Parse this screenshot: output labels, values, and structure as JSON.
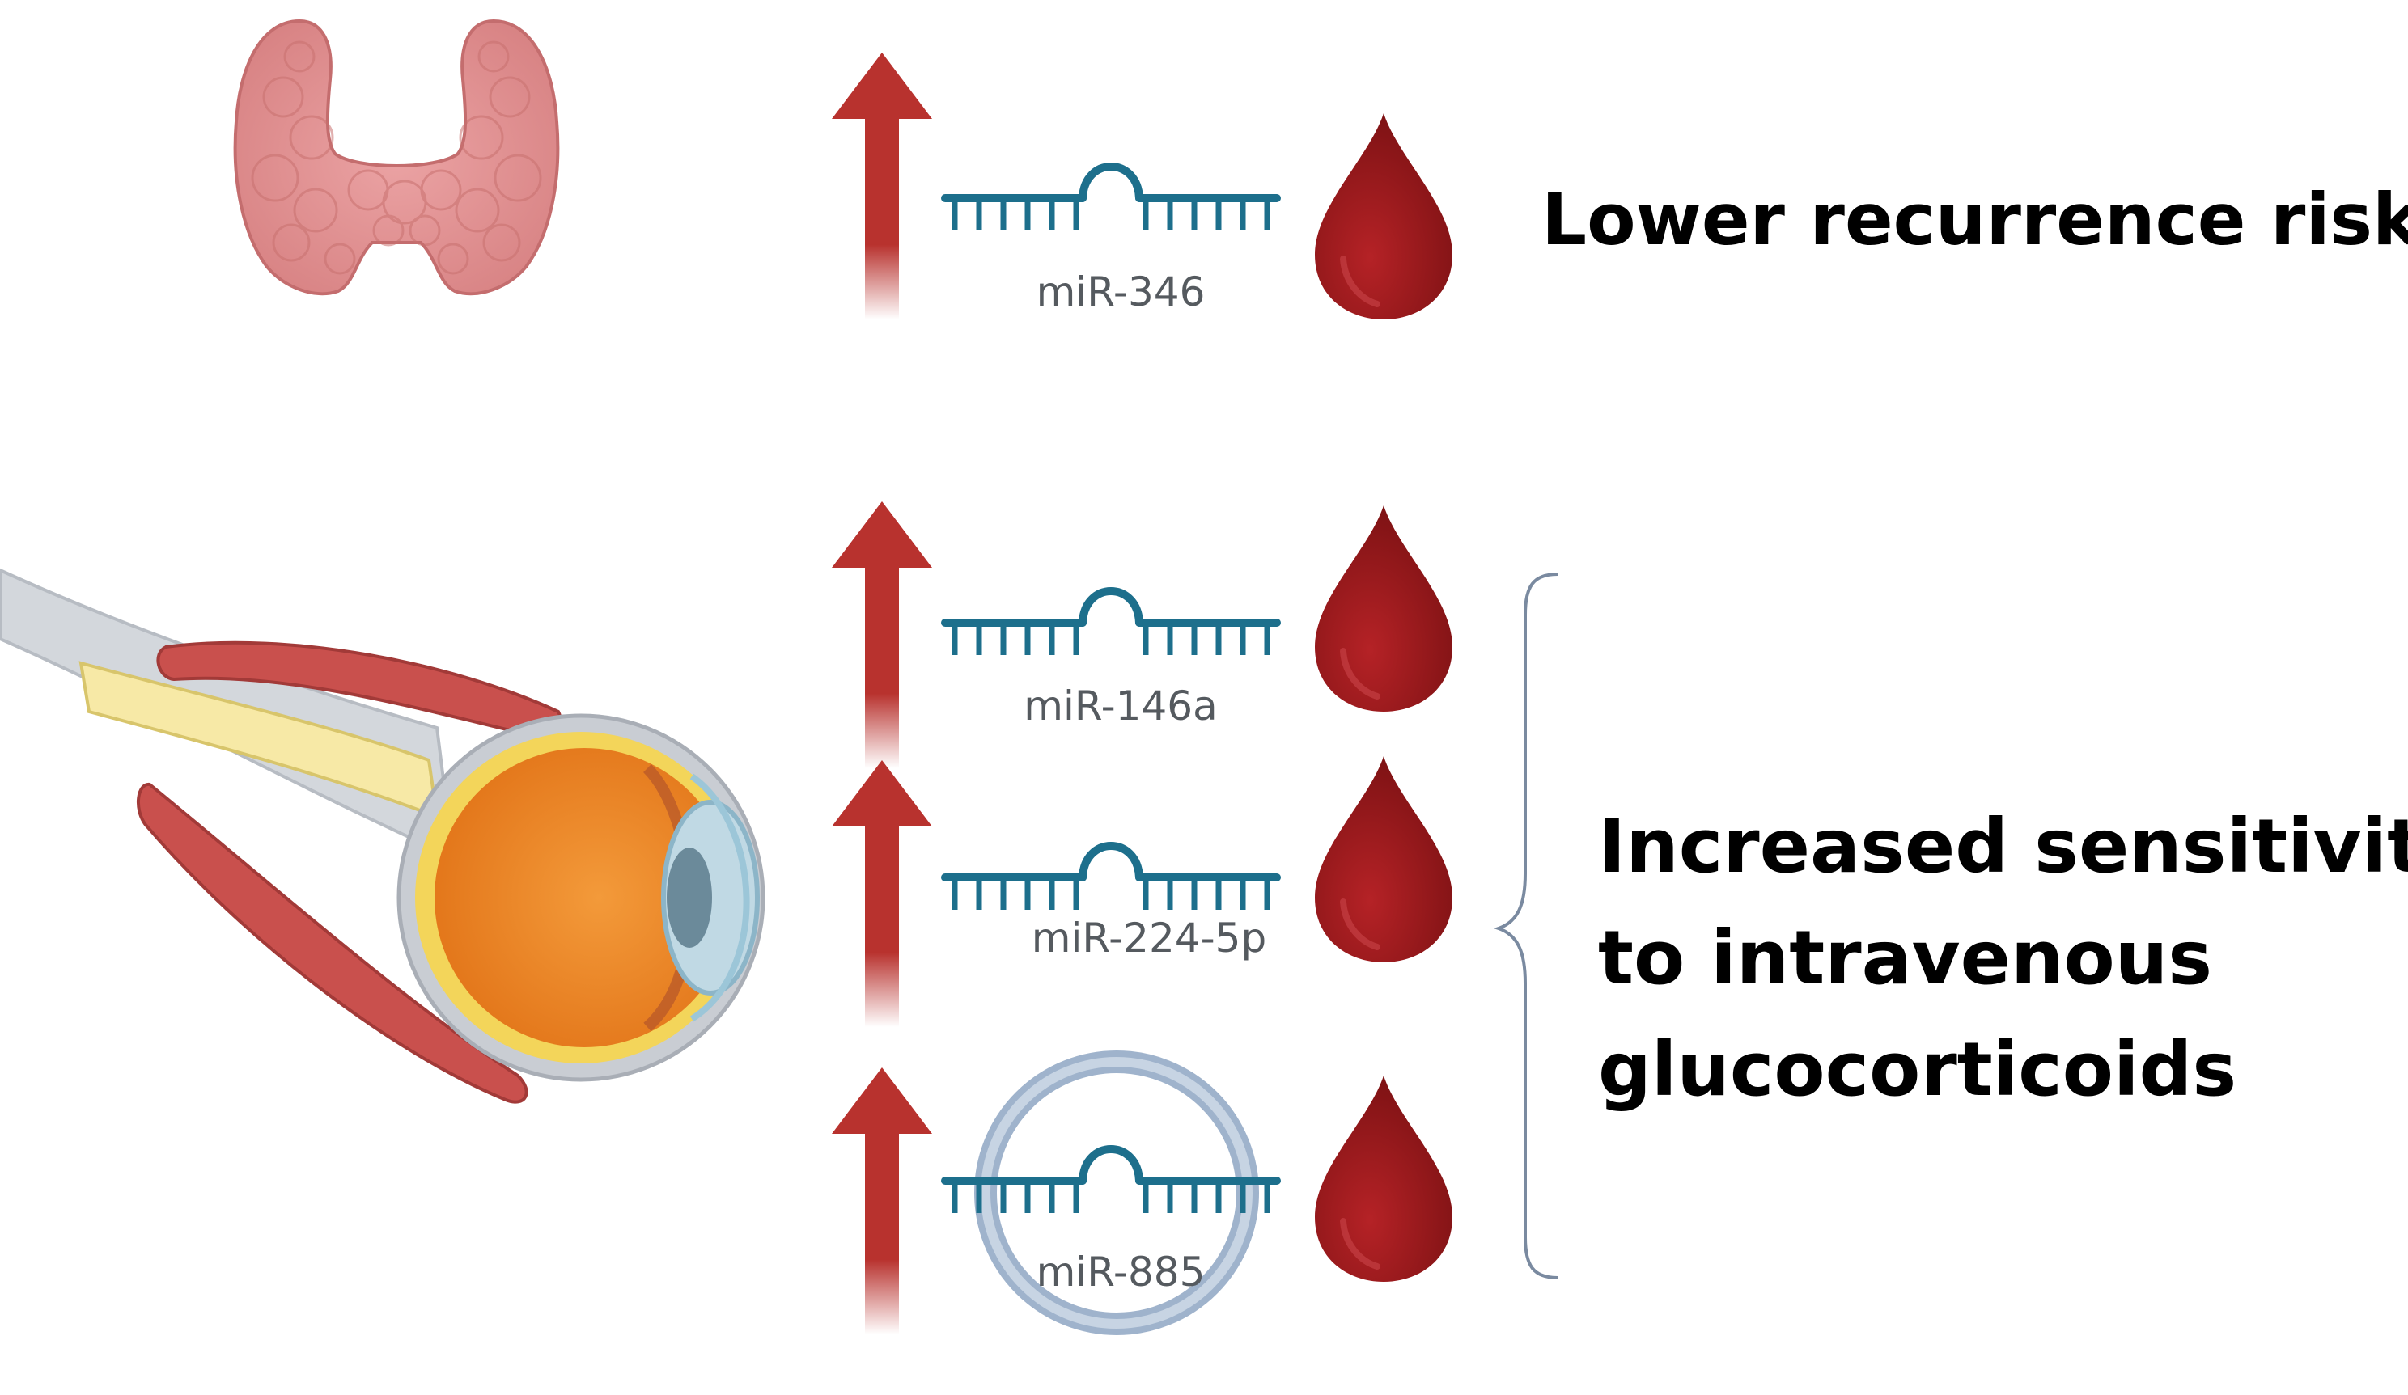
{
  "colors": {
    "up_arrow": "#b8322e",
    "mirna_strand": "#1d6f8c",
    "blood_drop": "#9b1a1c",
    "vesicle_ring": "#9fb3cc",
    "thyroid": "#e69a9b",
    "eye_globe": "#f08a2a",
    "eye_muscle": "#c9504d",
    "optic_nerve": "#f7e9a6",
    "bracket": "#7a8aa0"
  },
  "icons": [
    "thyroid-gland-illustration",
    "eye-orbit-illustration",
    "up-arrow-icon",
    "mirna-hairpin-icon",
    "blood-drop-icon",
    "extracellular-vesicle-icon",
    "curly-bracket"
  ],
  "markers": [
    {
      "label": "miR-346",
      "direction": "up",
      "sample": "blood"
    },
    {
      "label": "miR-146a",
      "direction": "up",
      "sample": "blood"
    },
    {
      "label": "miR-224-5p",
      "direction": "up",
      "sample": "blood"
    },
    {
      "label": "miR-885",
      "direction": "up",
      "sample": "blood",
      "in_vesicle": true
    }
  ],
  "outcomes": {
    "top": "Lower recurrence risk",
    "bottom_lines": [
      "Increased sensitivity",
      "to intravenous",
      "glucocorticoids"
    ]
  }
}
